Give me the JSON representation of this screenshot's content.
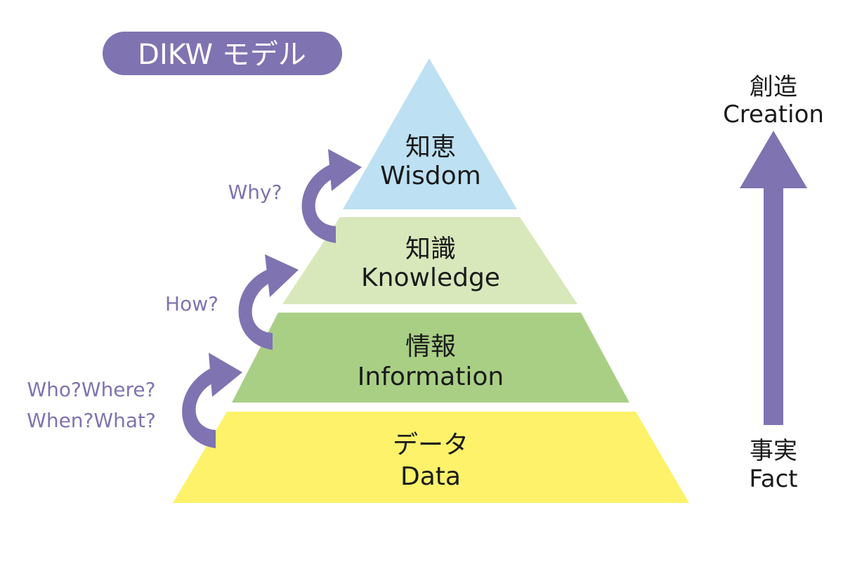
{
  "title": "DIKW モデル",
  "tiers": [
    {
      "jp": "データ",
      "en": "Data"
    },
    {
      "jp": "情報",
      "en": "Information"
    },
    {
      "jp": "知識",
      "en": "Knowledge"
    },
    {
      "jp": "知恵",
      "en": "Wisdom"
    }
  ],
  "questions": {
    "data_to_information": [
      "Who?Where?",
      "When?What?"
    ],
    "information_to_knowledge": "How?",
    "knowledge_to_wisdom": "Why?"
  },
  "scale": {
    "top_jp": "創造",
    "top_en": "Creation",
    "bottom_jp": "事実",
    "bottom_en": "Fact"
  },
  "colors": {
    "accent": "#7f73b1",
    "data": "#fdf26a",
    "information": "#a9cf85",
    "knowledge": "#d8e8bb",
    "wisdom": "#bde0f3"
  }
}
